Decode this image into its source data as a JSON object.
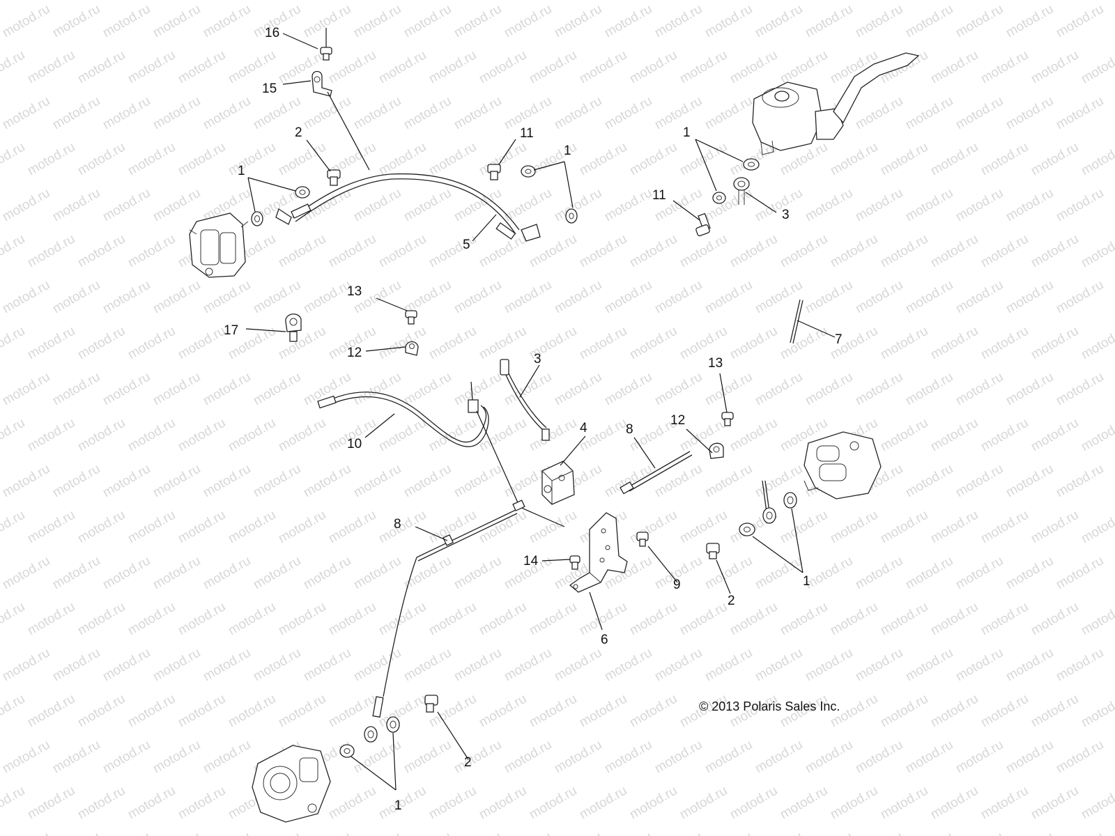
{
  "watermark": {
    "text": "motod.ru"
  },
  "callouts": [
    {
      "id": "c16",
      "label": "16"
    },
    {
      "id": "c15",
      "label": "15"
    },
    {
      "id": "c2a",
      "label": "2"
    },
    {
      "id": "c1a",
      "label": "1"
    },
    {
      "id": "c11a",
      "label": "11"
    },
    {
      "id": "c1b",
      "label": "1"
    },
    {
      "id": "c5",
      "label": "5"
    },
    {
      "id": "c1c",
      "label": "1"
    },
    {
      "id": "c11b",
      "label": "11"
    },
    {
      "id": "c3a",
      "label": "3"
    },
    {
      "id": "c13a",
      "label": "13"
    },
    {
      "id": "c17",
      "label": "17"
    },
    {
      "id": "c12a",
      "label": "12"
    },
    {
      "id": "c7",
      "label": "7"
    },
    {
      "id": "c3b",
      "label": "3"
    },
    {
      "id": "c13b",
      "label": "13"
    },
    {
      "id": "c4",
      "label": "4"
    },
    {
      "id": "c12b",
      "label": "12"
    },
    {
      "id": "c8a",
      "label": "8"
    },
    {
      "id": "c10",
      "label": "10"
    },
    {
      "id": "c8b",
      "label": "8"
    },
    {
      "id": "c14",
      "label": "14"
    },
    {
      "id": "c9",
      "label": "9"
    },
    {
      "id": "c2b",
      "label": "2"
    },
    {
      "id": "c1d",
      "label": "1"
    },
    {
      "id": "c6",
      "label": "6"
    },
    {
      "id": "c2c",
      "label": "2"
    },
    {
      "id": "c1e",
      "label": "1"
    }
  ],
  "copyright": "© 2013 Polaris Sales Inc."
}
